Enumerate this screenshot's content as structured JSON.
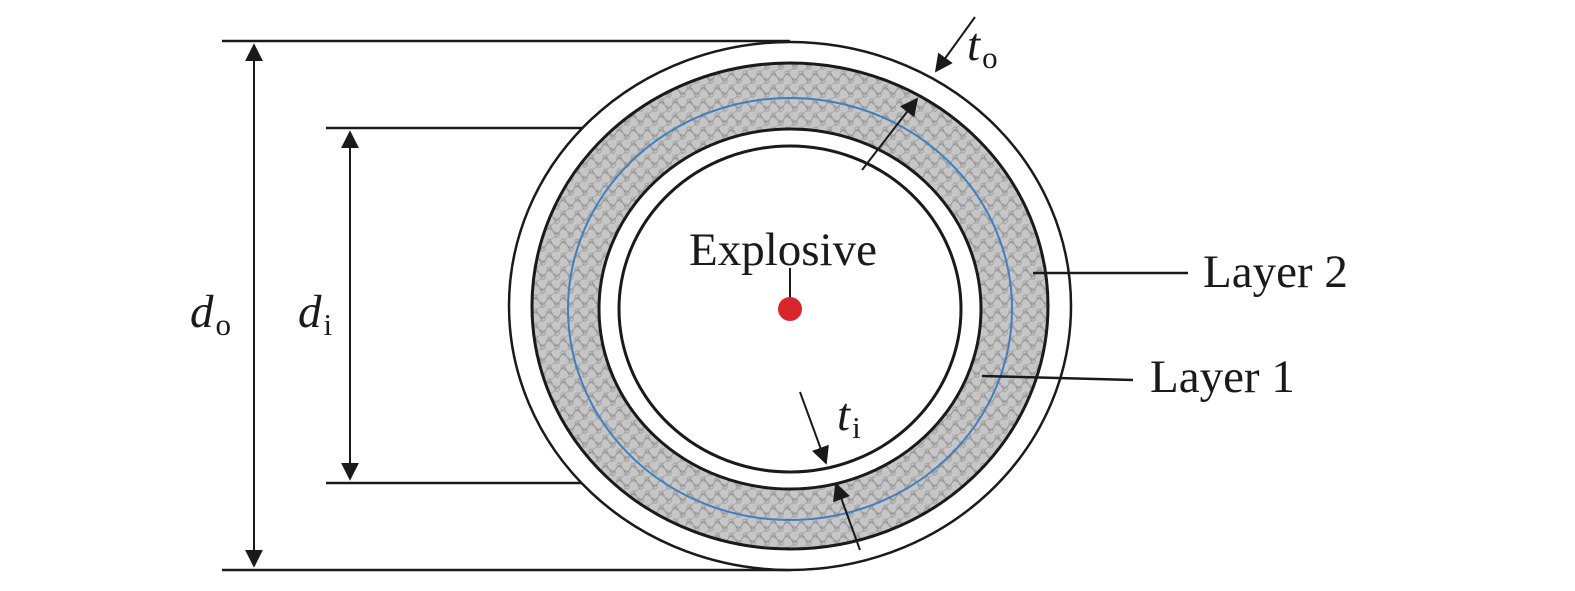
{
  "diagram": {
    "labels": {
      "explosive": "Explosive",
      "layer_2": "Layer 2",
      "layer_1": "Layer 1"
    },
    "dimensions": {
      "outer_diameter": {
        "symbol": "d",
        "subscript": "o"
      },
      "inner_diameter": {
        "symbol": "d",
        "subscript": "i"
      },
      "outer_thickness": {
        "symbol": "t",
        "subscript": "o"
      },
      "inner_thickness": {
        "symbol": "t",
        "subscript": "i"
      }
    },
    "colors": {
      "stroke": "#1a1a1a",
      "fill_texture": "#bdbdbd",
      "midline": "#3f7fc0",
      "charge": "#d9262c"
    }
  }
}
